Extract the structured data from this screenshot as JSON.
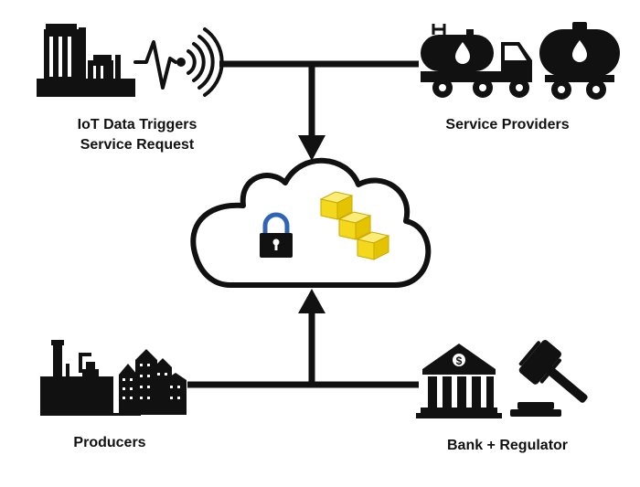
{
  "labels": {
    "iot_line1": "IoT Data Triggers",
    "iot_line2": "Service Request",
    "service_providers": "Service Providers",
    "producers": "Producers",
    "bank_regulator": "Bank + Regulator"
  },
  "icons": {
    "top_left": [
      "industrial-plant-icon",
      "wireless-signal-icon"
    ],
    "top_right": [
      "tanker-truck-icon",
      "tank-trailer-icon"
    ],
    "center": [
      "cloud-icon",
      "padlock-icon",
      "blockchain-blocks-icon"
    ],
    "bottom_left": [
      "refinery-icon",
      "city-buildings-icon"
    ],
    "bottom_right": [
      "bank-icon",
      "dollar-icon",
      "gavel-icon"
    ]
  },
  "colors": {
    "ink": "#111111",
    "block_fill": "#f7e03c",
    "block_stroke": "#c9a800",
    "lock_shackle": "#2f63b5",
    "background": "#ffffff"
  }
}
